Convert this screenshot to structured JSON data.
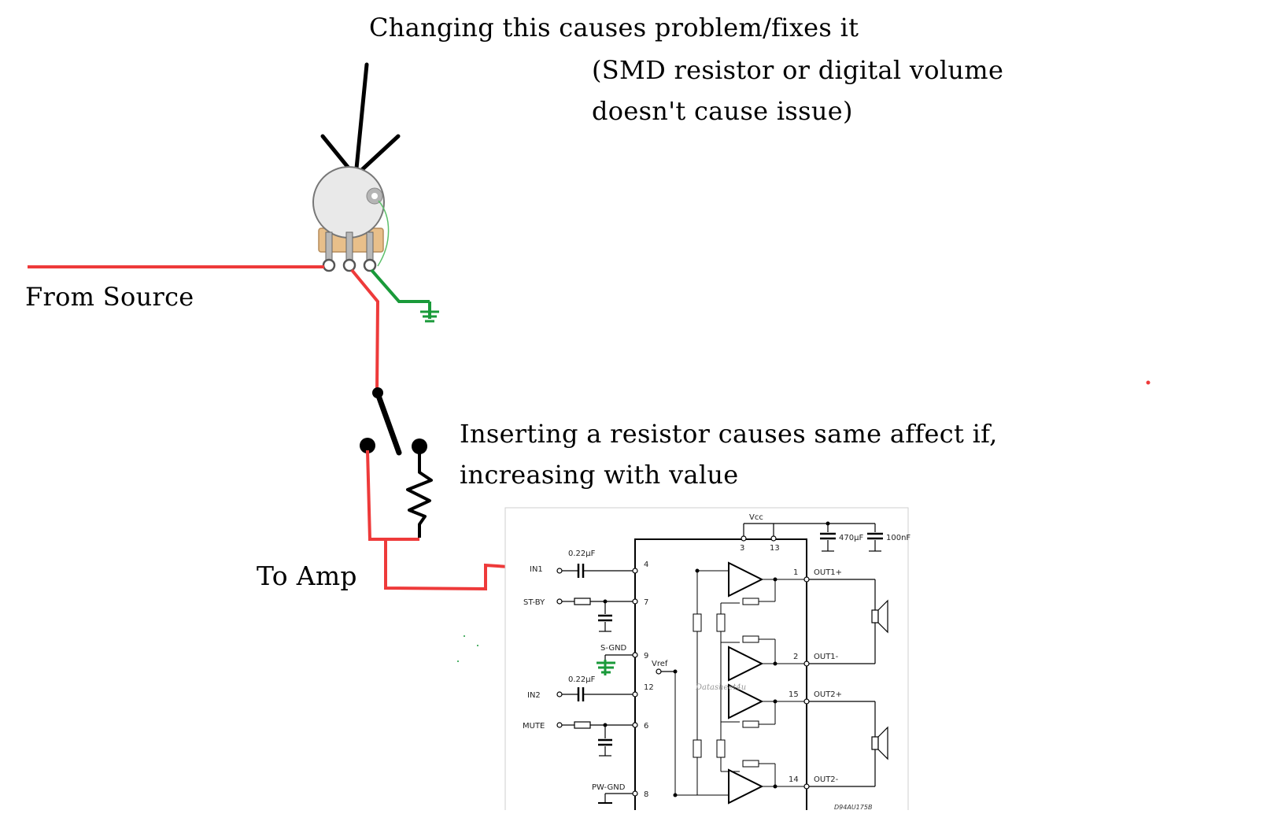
{
  "annotations": {
    "top_note": "Changing this causes problem/fixes it",
    "smd_note_line1": "(SMD resistor or digital volume",
    "smd_note_line2": "doesn't cause issue)",
    "from_source": "From Source",
    "resistor_note_line1": "Inserting a resistor causes same affect if,",
    "resistor_note_line2": "increasing with value",
    "to_amp": "To Amp"
  },
  "schematic": {
    "vcc": "Vcc",
    "cap_470": "470µF",
    "cap_100n": "100nF",
    "in1": "IN1",
    "cap_in1": "0.22µF",
    "cap_in2": "0.22µF",
    "st_by": "ST-BY",
    "s_gnd": "S-GND",
    "vref": "Vref",
    "in2": "IN2",
    "mute": "MUTE",
    "pw_gnd": "PW-GND",
    "out1p": "OUT1+",
    "out1m": "OUT1-",
    "out2p": "OUT2+",
    "out2m": "OUT2-",
    "pin3": "3",
    "pin13": "13",
    "pin4": "4",
    "pin7": "7",
    "pin9": "9",
    "pin12": "12",
    "pin6": "6",
    "pin8": "8",
    "pin1": "1",
    "pin2": "2",
    "pin15": "15",
    "pin14": "14",
    "watermark": "Datasheet4u",
    "code": "D94AU175B"
  },
  "colors": {
    "signal_wire": "#ee3a3a",
    "ground_wire": "#1a9a3a",
    "ink": "#000000"
  }
}
